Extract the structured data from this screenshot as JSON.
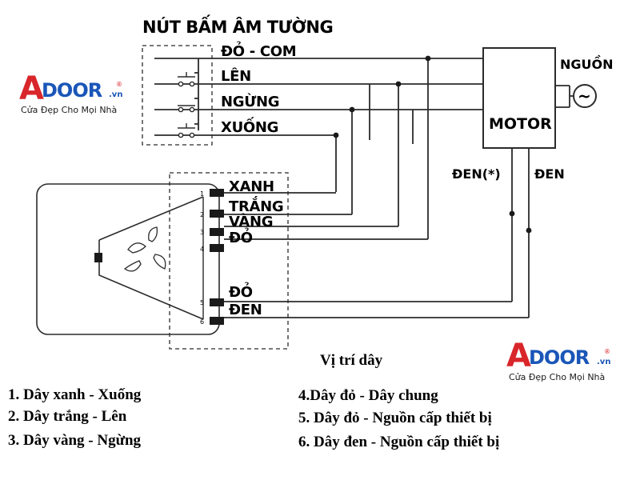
{
  "diagram": {
    "title": "NÚT BẤM ÂM TƯỜNG",
    "button_wires": [
      "ĐỎ - COM",
      "LÊN",
      "NGỪNG",
      "XUỐNG"
    ],
    "motor_label": "MOTOR",
    "power_label": "NGUỒN",
    "power_symbol": "~",
    "motor_wire_left": "ĐEN(*)",
    "motor_wire_right": "ĐEN",
    "terminal_numbers": [
      "1",
      "2",
      "3",
      "4",
      "5",
      "6"
    ],
    "terminal_wires": [
      "XANH",
      "TRẮNG",
      "VÀNG",
      "ĐỎ",
      "ĐỎ",
      "ĐEN"
    ],
    "colors": {
      "line": "#2b2b2b",
      "logo_red": "#d8262b",
      "logo_blue": "#1a56b8"
    }
  },
  "logo": {
    "mark": "A",
    "name": "DOOR",
    "tld": ".vn",
    "registered": "®",
    "tagline": "Cửa Đẹp Cho Mọi Nhà"
  },
  "legend": {
    "heading": "Vị trí dây",
    "left": [
      "1. Dây xanh - Xuống",
      "2. Dây trắng - Lên",
      "3. Dây vàng - Ngừng"
    ],
    "right": [
      "4.Dây đỏ - Dây chung",
      "5. Dây đỏ - Nguồn cấp thiết bị",
      "6. Dây đen - Nguồn cấp thiết bị"
    ]
  }
}
